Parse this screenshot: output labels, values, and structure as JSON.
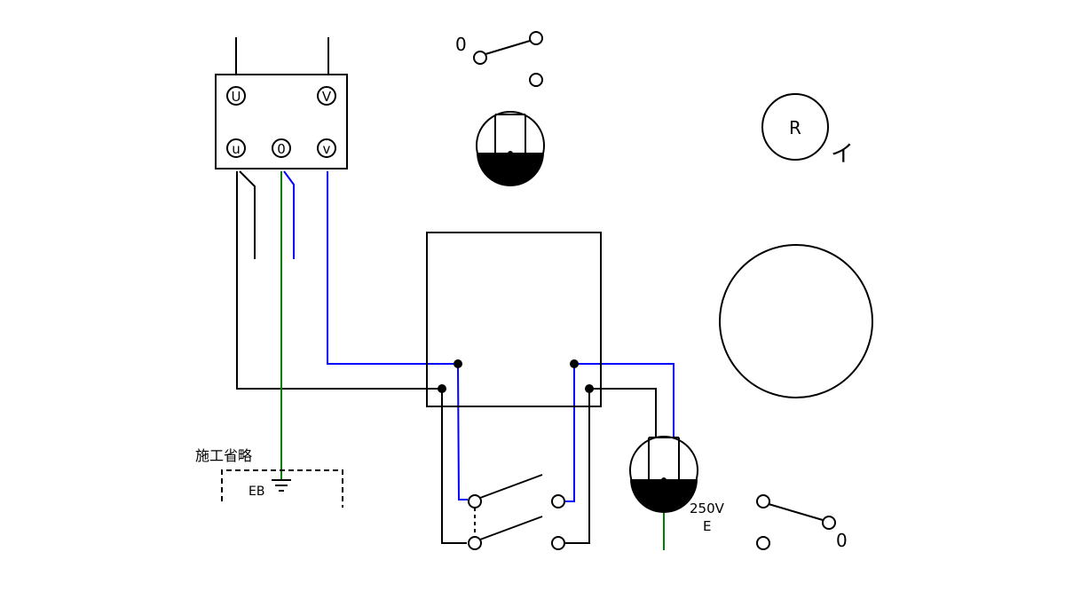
{
  "transformer": {
    "primary": [
      "U",
      "V"
    ],
    "secondary": [
      "u",
      "0",
      "v"
    ]
  },
  "labels": {
    "omitted": "施工省略",
    "eb": "EB",
    "rating": "250V",
    "earth": "E",
    "r": "R",
    "i": "イ",
    "switch_top": "0",
    "switch_bottom": "0"
  },
  "colors": {
    "black_wire": "#000000",
    "blue_wire": "#0000ff",
    "green_wire": "#008000"
  }
}
